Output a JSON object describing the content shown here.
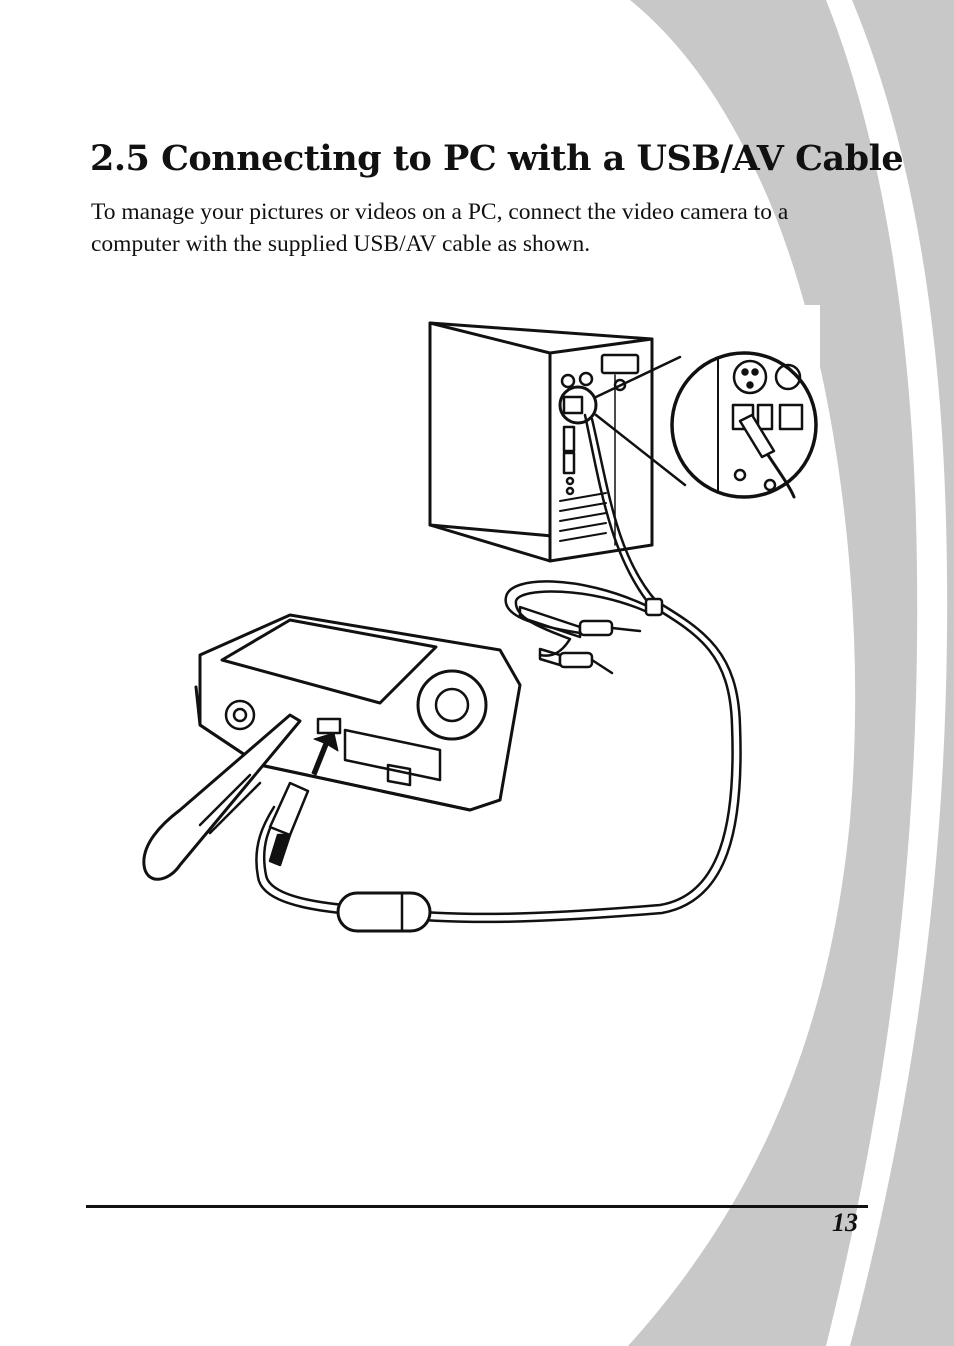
{
  "section": {
    "title": "2.5 Connecting to PC with a USB/AV Cable",
    "intro": "To manage your pictures or videos on a PC, connect the video camera to a computer with the supplied USB/AV cable as shown."
  },
  "illustration": {
    "icon": "camera-to-pc-usb-connection-illustration"
  },
  "footer": {
    "page_number": "13"
  },
  "colors": {
    "decor_band": "#c8c8c8",
    "text": "#111111",
    "line_art": "#111111"
  }
}
